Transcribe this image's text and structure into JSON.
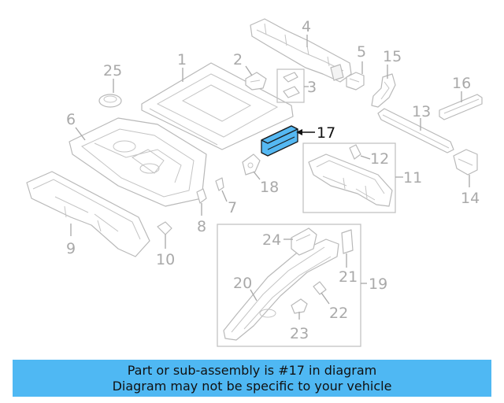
{
  "diagram": {
    "callouts": {
      "c1": "1",
      "c2": "2",
      "c3": "3",
      "c4": "4",
      "c5": "5",
      "c6": "6",
      "c7": "7",
      "c8": "8",
      "c9": "9",
      "c10": "10",
      "c11": "11",
      "c12": "12",
      "c13": "13",
      "c14": "14",
      "c15": "15",
      "c16": "16",
      "c17": "17",
      "c18": "18",
      "c19": "19",
      "c20": "20",
      "c21": "21",
      "c22": "22",
      "c23": "23",
      "c24": "24",
      "c25": "25"
    },
    "highlighted_part": "17"
  },
  "banner": {
    "line1": "Part or sub-assembly is #17 in diagram",
    "line2": "Diagram may not be specific to your vehicle"
  },
  "colors": {
    "highlight": "#55b8f2",
    "banner_bg": "#4fb8f3",
    "part_outline": "#b9b9b9",
    "callout_text": "#a9a9a9"
  }
}
